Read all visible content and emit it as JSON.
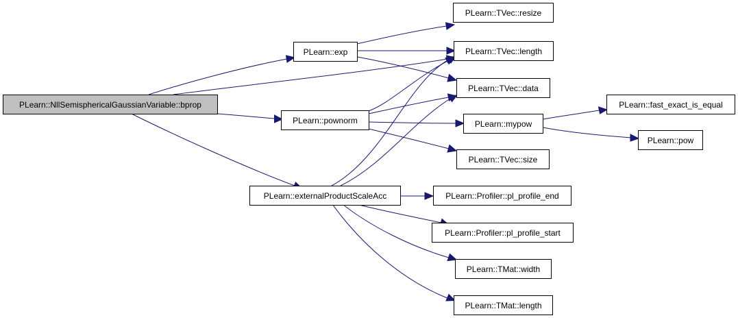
{
  "colors": {
    "edge": "#191970",
    "root_fill": "#bfbfbf",
    "node_fill": "#ffffff",
    "node_border": "#000000"
  },
  "nodes": {
    "bprop": "PLearn::NllSemisphericalGaussianVariable::bprop",
    "exp": "PLearn::exp",
    "pownorm": "PLearn::pownorm",
    "externalProductScaleAcc": "PLearn::externalProductScaleAcc",
    "tvec_resize": "PLearn::TVec::resize",
    "tvec_length": "PLearn::TVec::length",
    "tvec_data": "PLearn::TVec::data",
    "mypow": "PLearn::mypow",
    "tvec_size": "PLearn::TVec::size",
    "fast_exact_is_equal": "PLearn::fast_exact_is_equal",
    "pow": "PLearn::pow",
    "pl_profile_end": "PLearn::Profiler::pl_profile_end",
    "pl_profile_start": "PLearn::Profiler::pl_profile_start",
    "tmat_width": "PLearn::TMat::width",
    "tmat_length": "PLearn::TMat::length"
  }
}
